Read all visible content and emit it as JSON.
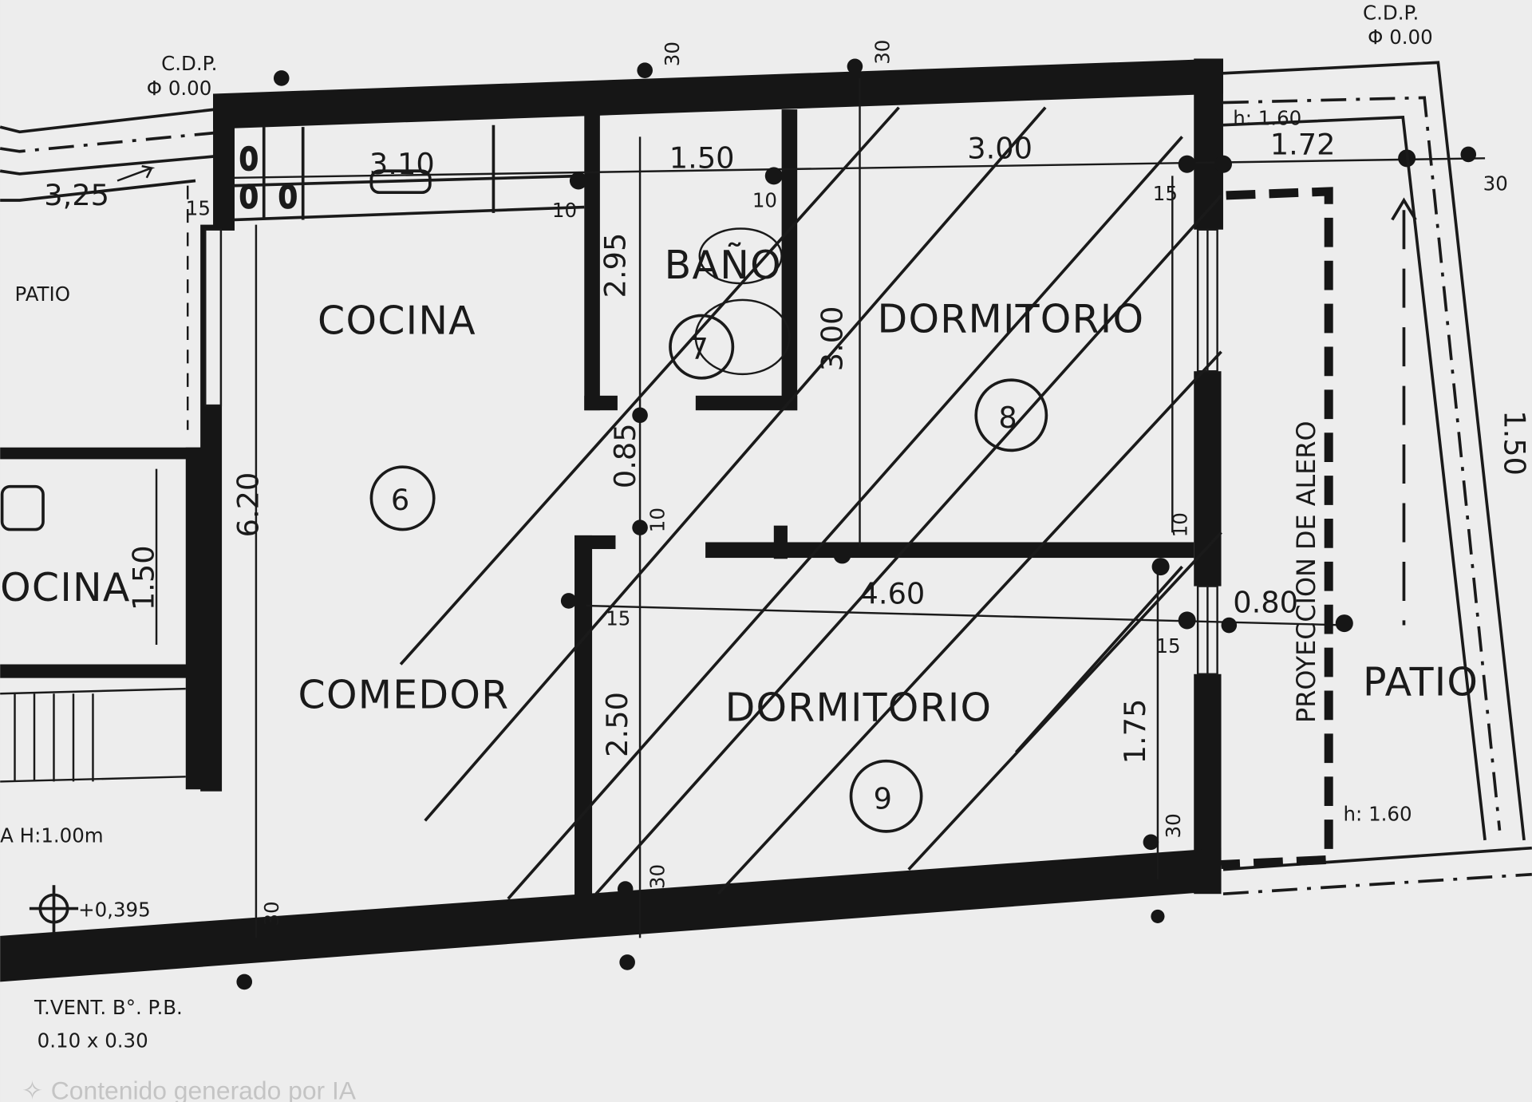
{
  "plan": {
    "rooms": {
      "cocina": "COCINA",
      "comedor": "COMEDOR",
      "bano": "BAÑO",
      "dormitorio_8": "DORMITORIO",
      "dormitorio_9": "DORMITORIO",
      "patio_left": "PATIO",
      "patio_right": "PATIO",
      "cocina_left": "OCINA",
      "proyeccion": "PROYECCION DE ALERO"
    },
    "room_numbers": {
      "cocina": "6",
      "bano": "7",
      "dormitorio_8": "8",
      "dormitorio_9": "9"
    },
    "dimensions": {
      "d_3_10": "3.10",
      "d_1_50": "1.50",
      "d_3_00_top": "3.00",
      "d_1_72": "1.72",
      "d_3_25": "3,25",
      "d_6_20": "6.20",
      "d_2_95": "2.95",
      "d_3_00_v": "3.00",
      "d_0_85": "0.85",
      "d_4_60": "4.60",
      "d_0_80": "0.80",
      "d_2_50": "2.50",
      "d_1_75": "1.75",
      "d_1_50_left": "1.50",
      "d_1_50_right": "1.50",
      "w30_a": "30",
      "w30_b": "30",
      "w30_c": "30",
      "w30_d": "30",
      "w30_e": "30",
      "w30_f": "30",
      "w10_a": "10",
      "w10_b": "10",
      "w10_c": "10",
      "w10_d": "10",
      "w15_a": "15",
      "w15_b": "15",
      "w15_c": "15",
      "w15_d": "15"
    },
    "annotations": {
      "cdp_left_1": "C.D.P.",
      "cdp_left_2": "Φ 0.00",
      "cdp_right_1": "C.D.P.",
      "cdp_right_2": "Φ 0.00",
      "h160_top": "h: 1.60",
      "h160_bottom": "h: 1.60",
      "level": "+0,395",
      "baranda": "A H:1.00m",
      "tvent_1": "T.VENT. B°. P.B.",
      "tvent_2": "0.10 x 0.30"
    },
    "watermark": "Contenido generado por IA"
  }
}
